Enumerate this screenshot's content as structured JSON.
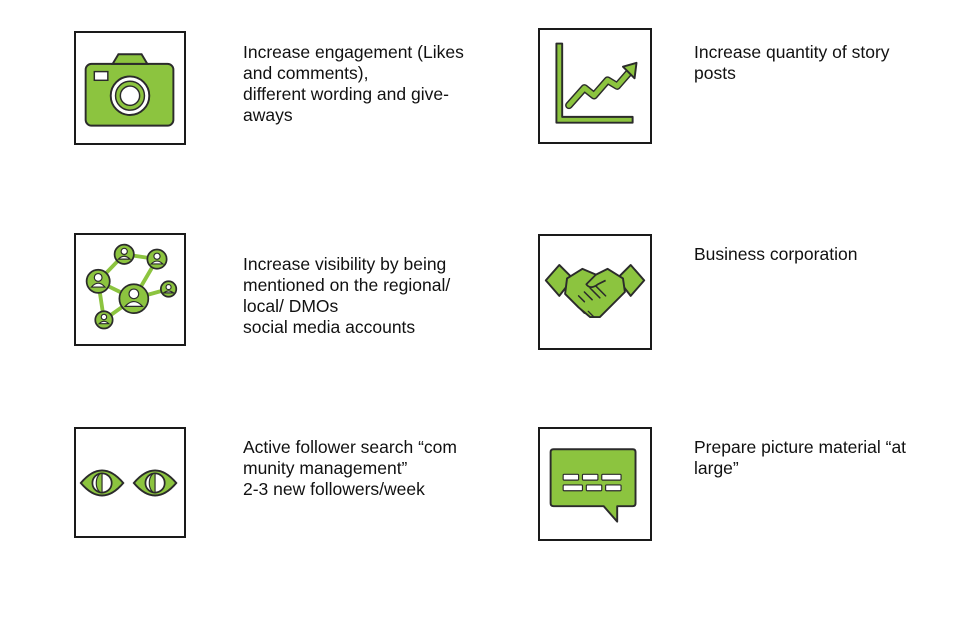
{
  "colors": {
    "accent": "#8cc43f",
    "outline": "#2b2b2b",
    "border": "#1a1a1a"
  },
  "items": [
    {
      "icon": "camera-icon",
      "lines": [
        "Increase engagement (Likes",
        "and  comments),",
        "different wording and give-",
        "aways"
      ]
    },
    {
      "icon": "rising-chart-icon",
      "lines": [
        "Increase quantity of story",
        "posts"
      ]
    },
    {
      "icon": "network-people-icon",
      "lines": [
        "Increase visibility by being",
        "mentioned on the regional/",
        "local/ DMOs",
        "social media accounts"
      ]
    },
    {
      "icon": "handshake-icon",
      "lines": [
        "Business corporation"
      ]
    },
    {
      "icon": "eyes-icon",
      "lines": [
        "Active follower search “com",
        "munity management”",
        "2-3 new followers/week"
      ]
    },
    {
      "icon": "speech-bubble-icon",
      "lines": [
        "Prepare picture material “at",
        "large”"
      ]
    }
  ]
}
